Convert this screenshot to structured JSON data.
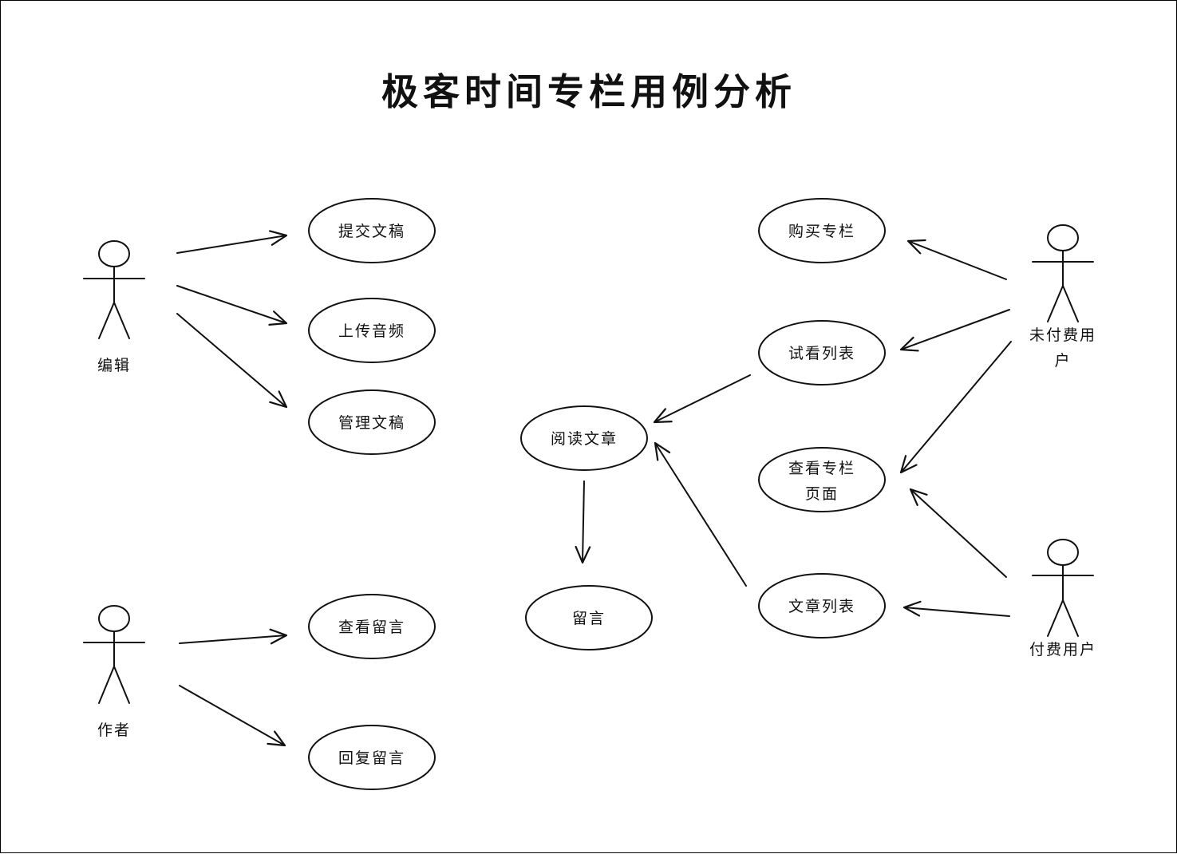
{
  "diagram": {
    "title": "极客时间专栏用例分析",
    "actors": {
      "editor": "编辑",
      "author": "作者",
      "unpaid_user": [
        "未付费用",
        "户"
      ],
      "paid_user": "付费用户"
    },
    "use_cases": {
      "submit_draft": "提交文稿",
      "upload_audio": "上传音频",
      "manage_draft": "管理文稿",
      "view_comments": "查看留言",
      "reply_comments": "回复留言",
      "read_article": "阅读文章",
      "comment": "留言",
      "buy_column": "购买专栏",
      "trial_list": "试看列表",
      "view_column_page": [
        "查看专栏",
        "页面"
      ],
      "article_list": "文章列表"
    },
    "colors": {
      "ink": "#111111",
      "background": "#ffffff"
    }
  }
}
